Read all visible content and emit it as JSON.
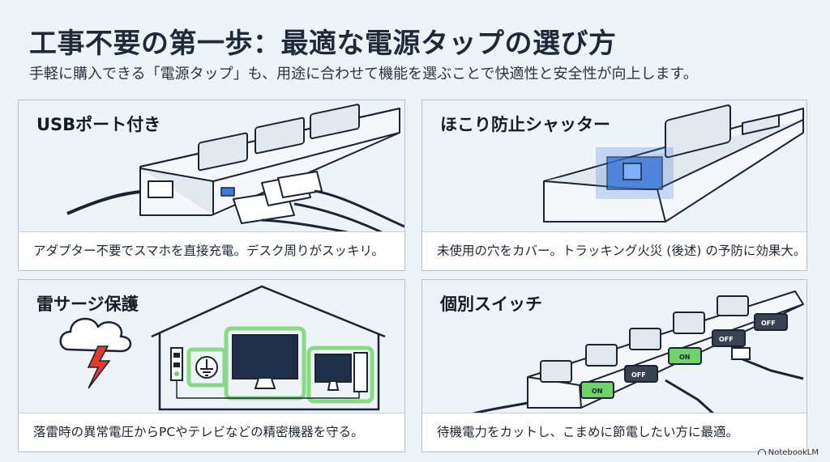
{
  "header": {
    "title": "工事不要の第一歩：最適な電源タップの選び方",
    "subtitle": "手軽に購入できる「電源タップ」も、用途に合わせて機能を選ぶことで快適性と安全性が向上します。"
  },
  "panels": [
    {
      "title": "USBポート付き",
      "caption": "アダプター不要でスマホを直接充電。デスク周りがスッキリ。"
    },
    {
      "title": "ほこり防止シャッター",
      "caption": "未使用の穴をカバー。トラッキング火災 (後述) の予防に効果大。"
    },
    {
      "title": "雷サージ保護",
      "caption": "落雷時の異常電圧からPCやテレビなどの精密機器を守る。"
    },
    {
      "title": "個別スイッチ",
      "caption": "待機電力をカットし、こまめに節電したい方に最適。"
    }
  ],
  "switch_labels": {
    "on": "ON",
    "off": "OFF"
  },
  "brand": "NotebookLM",
  "colors": {
    "accent_green": "#6fd26a",
    "shutter_blue": "#3b7be0",
    "bolt_red": "#e23b2e",
    "ink": "#1c2433"
  }
}
